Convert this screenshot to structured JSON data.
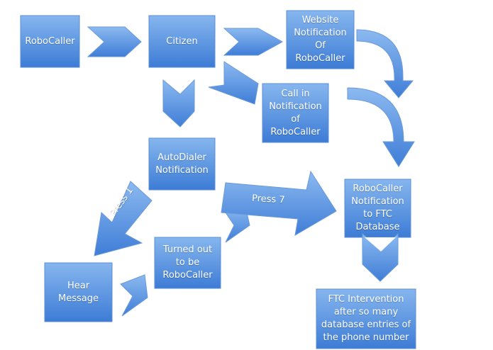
{
  "colors": {
    "box_top": "#7fb2ec",
    "box_bottom": "#3f7fd9",
    "stroke": "#5b8ed6",
    "text": "#ffffff"
  },
  "nodes": {
    "robocaller": "RoboCaller",
    "citizen": "Citizen",
    "website": [
      "Website",
      "Notification",
      "Of",
      "RoboCaller"
    ],
    "callin": [
      "Call in",
      "Notification",
      "of",
      "RoboCaller"
    ],
    "autodialer": [
      "AutoDialer",
      "Notification"
    ],
    "hear": [
      "Hear",
      "Message"
    ],
    "turned": [
      "Turned out",
      "to be",
      "RoboCaller"
    ],
    "ftcdb": [
      "RoboCaller",
      "Notification",
      "to FTC",
      "Database"
    ],
    "intervention": [
      "FTC Intervention",
      "after so many",
      "database entries of",
      "the phone number"
    ]
  },
  "edges": {
    "press1": "Press 1",
    "press7": "Press 7"
  }
}
